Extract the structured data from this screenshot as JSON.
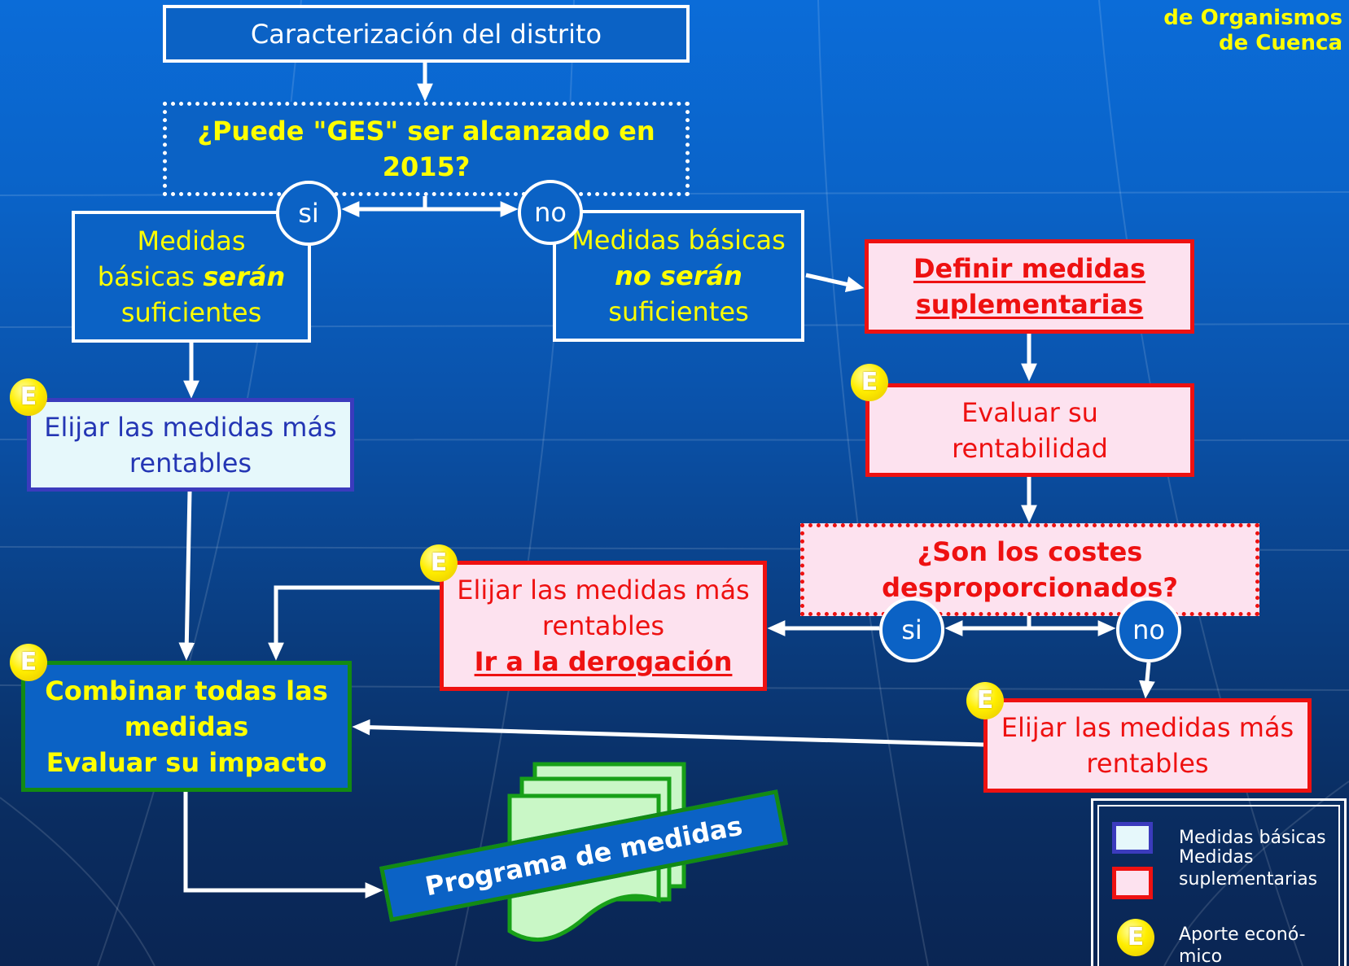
{
  "header": {
    "org_lines": [
      "de Organismos",
      "de Cuenca"
    ]
  },
  "flow": {
    "start": {
      "label": "Caracterización del distrito"
    },
    "question1": {
      "lines": [
        "¿Puede \"GES\" ser alcanzado en",
        "2015?"
      ]
    },
    "question1_yes": "si",
    "question1_no": "no",
    "basic_sufficient": {
      "line1": "Medidas",
      "line2": "básicas",
      "line2_emph": "serán",
      "line3": "suficientes"
    },
    "basic_insufficient": {
      "line1": "Medidas básicas",
      "line2_emph": "no serán",
      "line3": "suficientes"
    },
    "define_supplementary": {
      "lines": [
        "Definir medidas",
        "suplementarias"
      ]
    },
    "evaluate_cost_effectiveness": {
      "lines": [
        "Evaluar su",
        "rentabilidad"
      ]
    },
    "question2": {
      "lines": [
        "¿Son los costes",
        "desproporcionados?"
      ]
    },
    "question2_yes": "si",
    "question2_no": "no",
    "choose_basic": {
      "lines": [
        "Elijar las medidas más",
        "rentables"
      ]
    },
    "choose_derogation": {
      "lines": [
        "Elijar las medidas más",
        "rentables"
      ],
      "emph": "Ir a la derogación"
    },
    "choose_supplementary": {
      "lines": [
        "Elijar las medidas más",
        "rentables"
      ]
    },
    "combine": {
      "lines": [
        "Combinar todas las",
        "medidas",
        "Evaluar su impacto"
      ]
    },
    "program": {
      "label": "Programa de medidas",
      "icon": "document-stack-icon"
    },
    "econ_marker": "E"
  },
  "legend": {
    "items": [
      {
        "label": "Medidas básicas",
        "swatch_fill": "#e6f8fb",
        "swatch_border": "#3b3bbd"
      },
      {
        "label": "Medidas suplementarias",
        "swatch_fill": "#fde2ef",
        "swatch_border": "#ee1111"
      },
      {
        "label_lines": [
          "Aporte econó-",
          "mico"
        ],
        "marker": "E"
      }
    ]
  },
  "colors": {
    "box_fill": "#0b62c5",
    "question_text": "#ffff00",
    "basic_fill": "#e6f8fb",
    "basic_border": "#3b3bbd",
    "basic_text": "#2436b4",
    "supplementary_fill": "#fde2ef",
    "supplementary_border": "#ee1111",
    "supplementary_text": "#ee1111",
    "combine_border": "#138a13",
    "program_icon_fill": "#c9f7c6",
    "marker": "#ffee00"
  }
}
